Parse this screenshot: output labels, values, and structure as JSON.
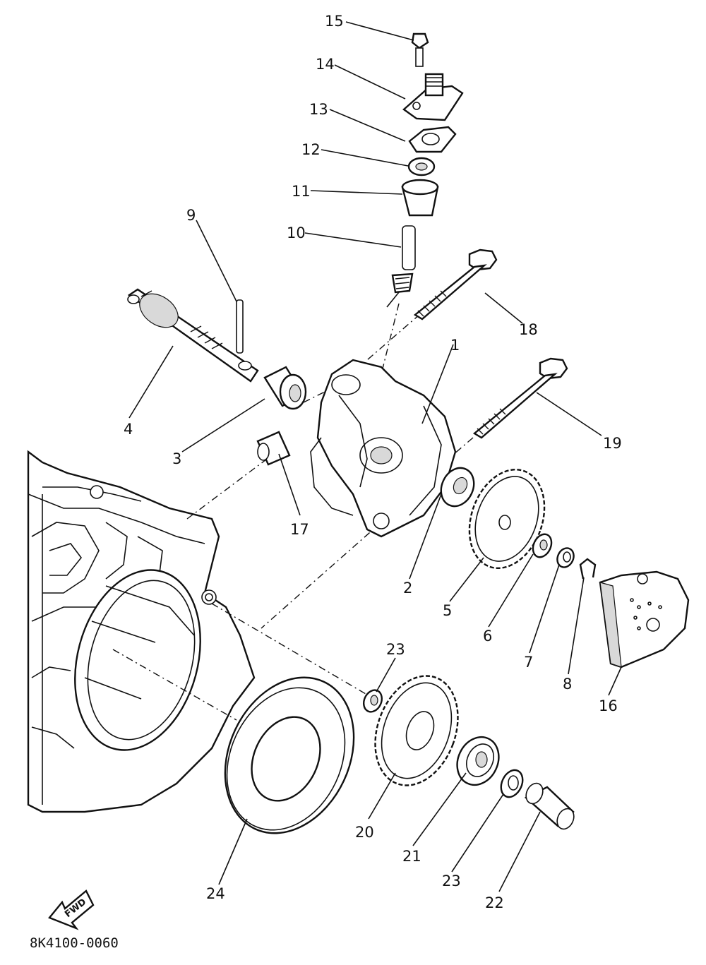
{
  "diagram": {
    "part_labels": [
      "1",
      "2",
      "3",
      "4",
      "5",
      "6",
      "7",
      "8",
      "9",
      "10",
      "11",
      "12",
      "13",
      "14",
      "15",
      "16",
      "17",
      "18",
      "19",
      "20",
      "21",
      "22",
      "23",
      "24"
    ],
    "second_label_23": "23",
    "fwd_text": "FWD",
    "drawing_code": "8K4100-0060"
  },
  "icons": {
    "forward_arrow": "forward-arrow-icon"
  }
}
